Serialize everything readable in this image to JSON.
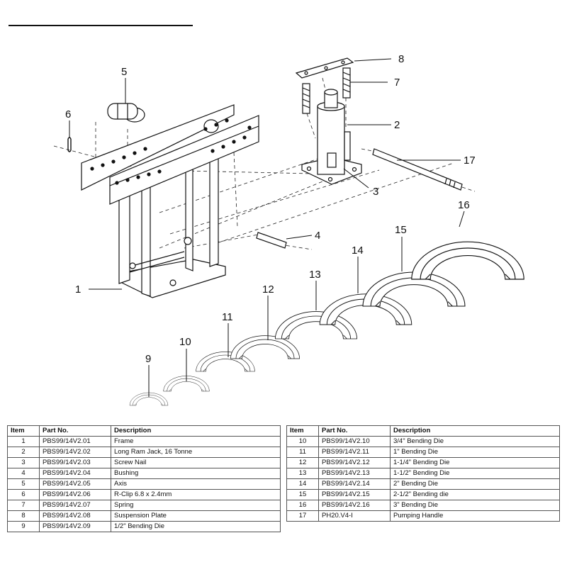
{
  "callouts": [
    "1",
    "2",
    "3",
    "4",
    "5",
    "6",
    "7",
    "8",
    "9",
    "10",
    "11",
    "12",
    "13",
    "14",
    "15",
    "16",
    "17"
  ],
  "table": {
    "headers": {
      "item": "Item",
      "part_no": "Part No.",
      "description": "Description"
    },
    "left_rows": [
      {
        "item": "1",
        "part_no": "PBS99/14V2.01",
        "description": "Frame"
      },
      {
        "item": "2",
        "part_no": "PBS99/14V2.02",
        "description": "Long Ram Jack, 16 Tonne"
      },
      {
        "item": "3",
        "part_no": "PBS99/14V2.03",
        "description": "Screw Nail"
      },
      {
        "item": "4",
        "part_no": "PBS99/14V2.04",
        "description": "Bushing"
      },
      {
        "item": "5",
        "part_no": "PBS99/14V2.05",
        "description": "Axis"
      },
      {
        "item": "6",
        "part_no": "PBS99/14V2.06",
        "description": "R-Clip 6.8 x 2.4mm"
      },
      {
        "item": "7",
        "part_no": "PBS99/14V2.07",
        "description": "Spring"
      },
      {
        "item": "8",
        "part_no": "PBS99/14V2.08",
        "description": "Suspension Plate"
      },
      {
        "item": "9",
        "part_no": "PBS99/14V2.09",
        "description": "1/2\" Bending Die"
      }
    ],
    "right_rows": [
      {
        "item": "10",
        "part_no": "PBS99/14V2.10",
        "description": "3/4\" Bending Die"
      },
      {
        "item": "11",
        "part_no": "PBS99/14V2.11",
        "description": "1\" Bending Die"
      },
      {
        "item": "12",
        "part_no": "PBS99/14V2.12",
        "description": "1-1/4\" Bending Die"
      },
      {
        "item": "13",
        "part_no": "PBS99/14V2.13",
        "description": "1-1/2\" Bending Die"
      },
      {
        "item": "14",
        "part_no": "PBS99/14V2.14",
        "description": "2\" Bending Die"
      },
      {
        "item": "15",
        "part_no": "PBS99/14V2.15",
        "description": "2-1/2\" Bending die"
      },
      {
        "item": "16",
        "part_no": "PBS99/14V2.16",
        "description": "3\" Bending Die"
      },
      {
        "item": "17",
        "part_no": "PH20.V4-I",
        "description": "Pumping Handle"
      }
    ]
  }
}
